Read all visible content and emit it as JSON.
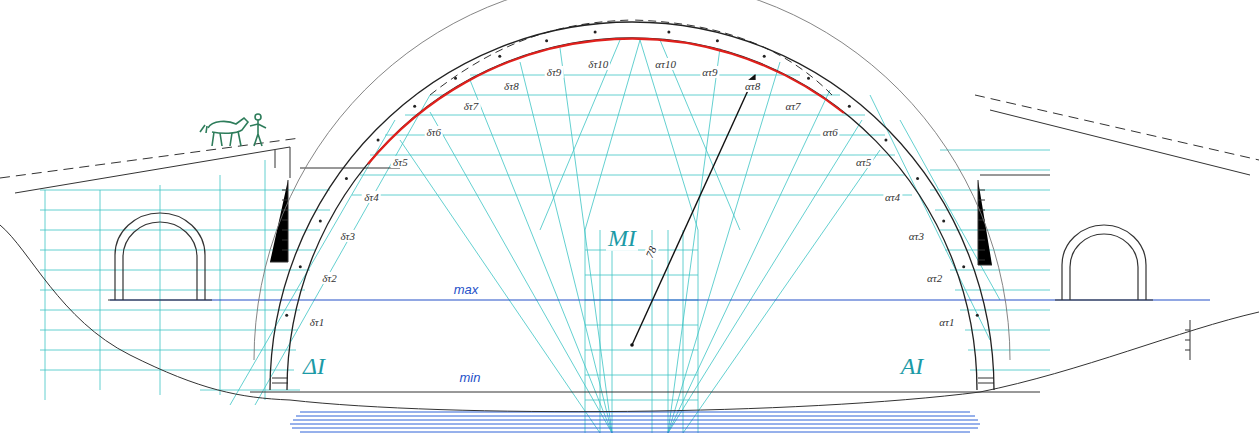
{
  "diagram": {
    "labels": [
      "δτ1",
      "δτ2",
      "δτ3",
      "δτ4",
      "δτ5",
      "δτ6",
      "δτ7",
      "δτ8",
      "δτ9",
      "δτ10",
      "ατ1",
      "ατ2",
      "ατ3",
      "ατ4",
      "ατ5",
      "ατ6",
      "ατ7",
      "ατ8",
      "ατ9",
      "ατ10",
      "ΜΙ",
      "ΔΙ",
      "ΑΙ",
      "max",
      "min",
      "78"
    ]
  }
}
